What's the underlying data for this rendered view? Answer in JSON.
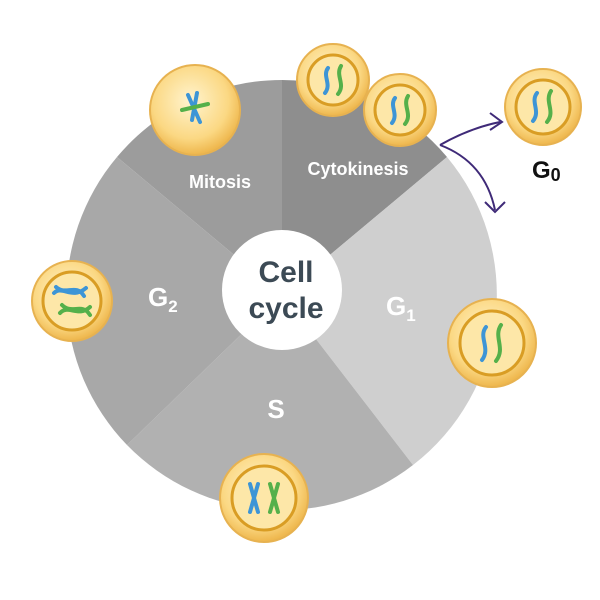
{
  "center": {
    "line1": "Cell",
    "line2": "cycle"
  },
  "phases": {
    "mitosis": {
      "label": "Mitosis",
      "color": "#9c9c9c"
    },
    "cytokinesis": {
      "label": "Cytokinesis",
      "color": "#8e8e8e"
    },
    "g1": {
      "label": "G",
      "sub": "1",
      "color": "#cfcfcf"
    },
    "s": {
      "label": "S",
      "color": "#b1b1b1"
    },
    "g2": {
      "label": "G",
      "sub": "2",
      "color": "#a8a8a8"
    }
  },
  "g0": {
    "label": "G",
    "sub": "0"
  },
  "colors": {
    "cell_outer": "#f1c46a",
    "cell_inner": "#fde7a8",
    "nucleus_ring": "#d99d24",
    "chromosome_blue": "#3d95d6",
    "chromosome_green": "#55b04a",
    "arrow": "#3f2a78",
    "center_fill": "#ffffff"
  }
}
